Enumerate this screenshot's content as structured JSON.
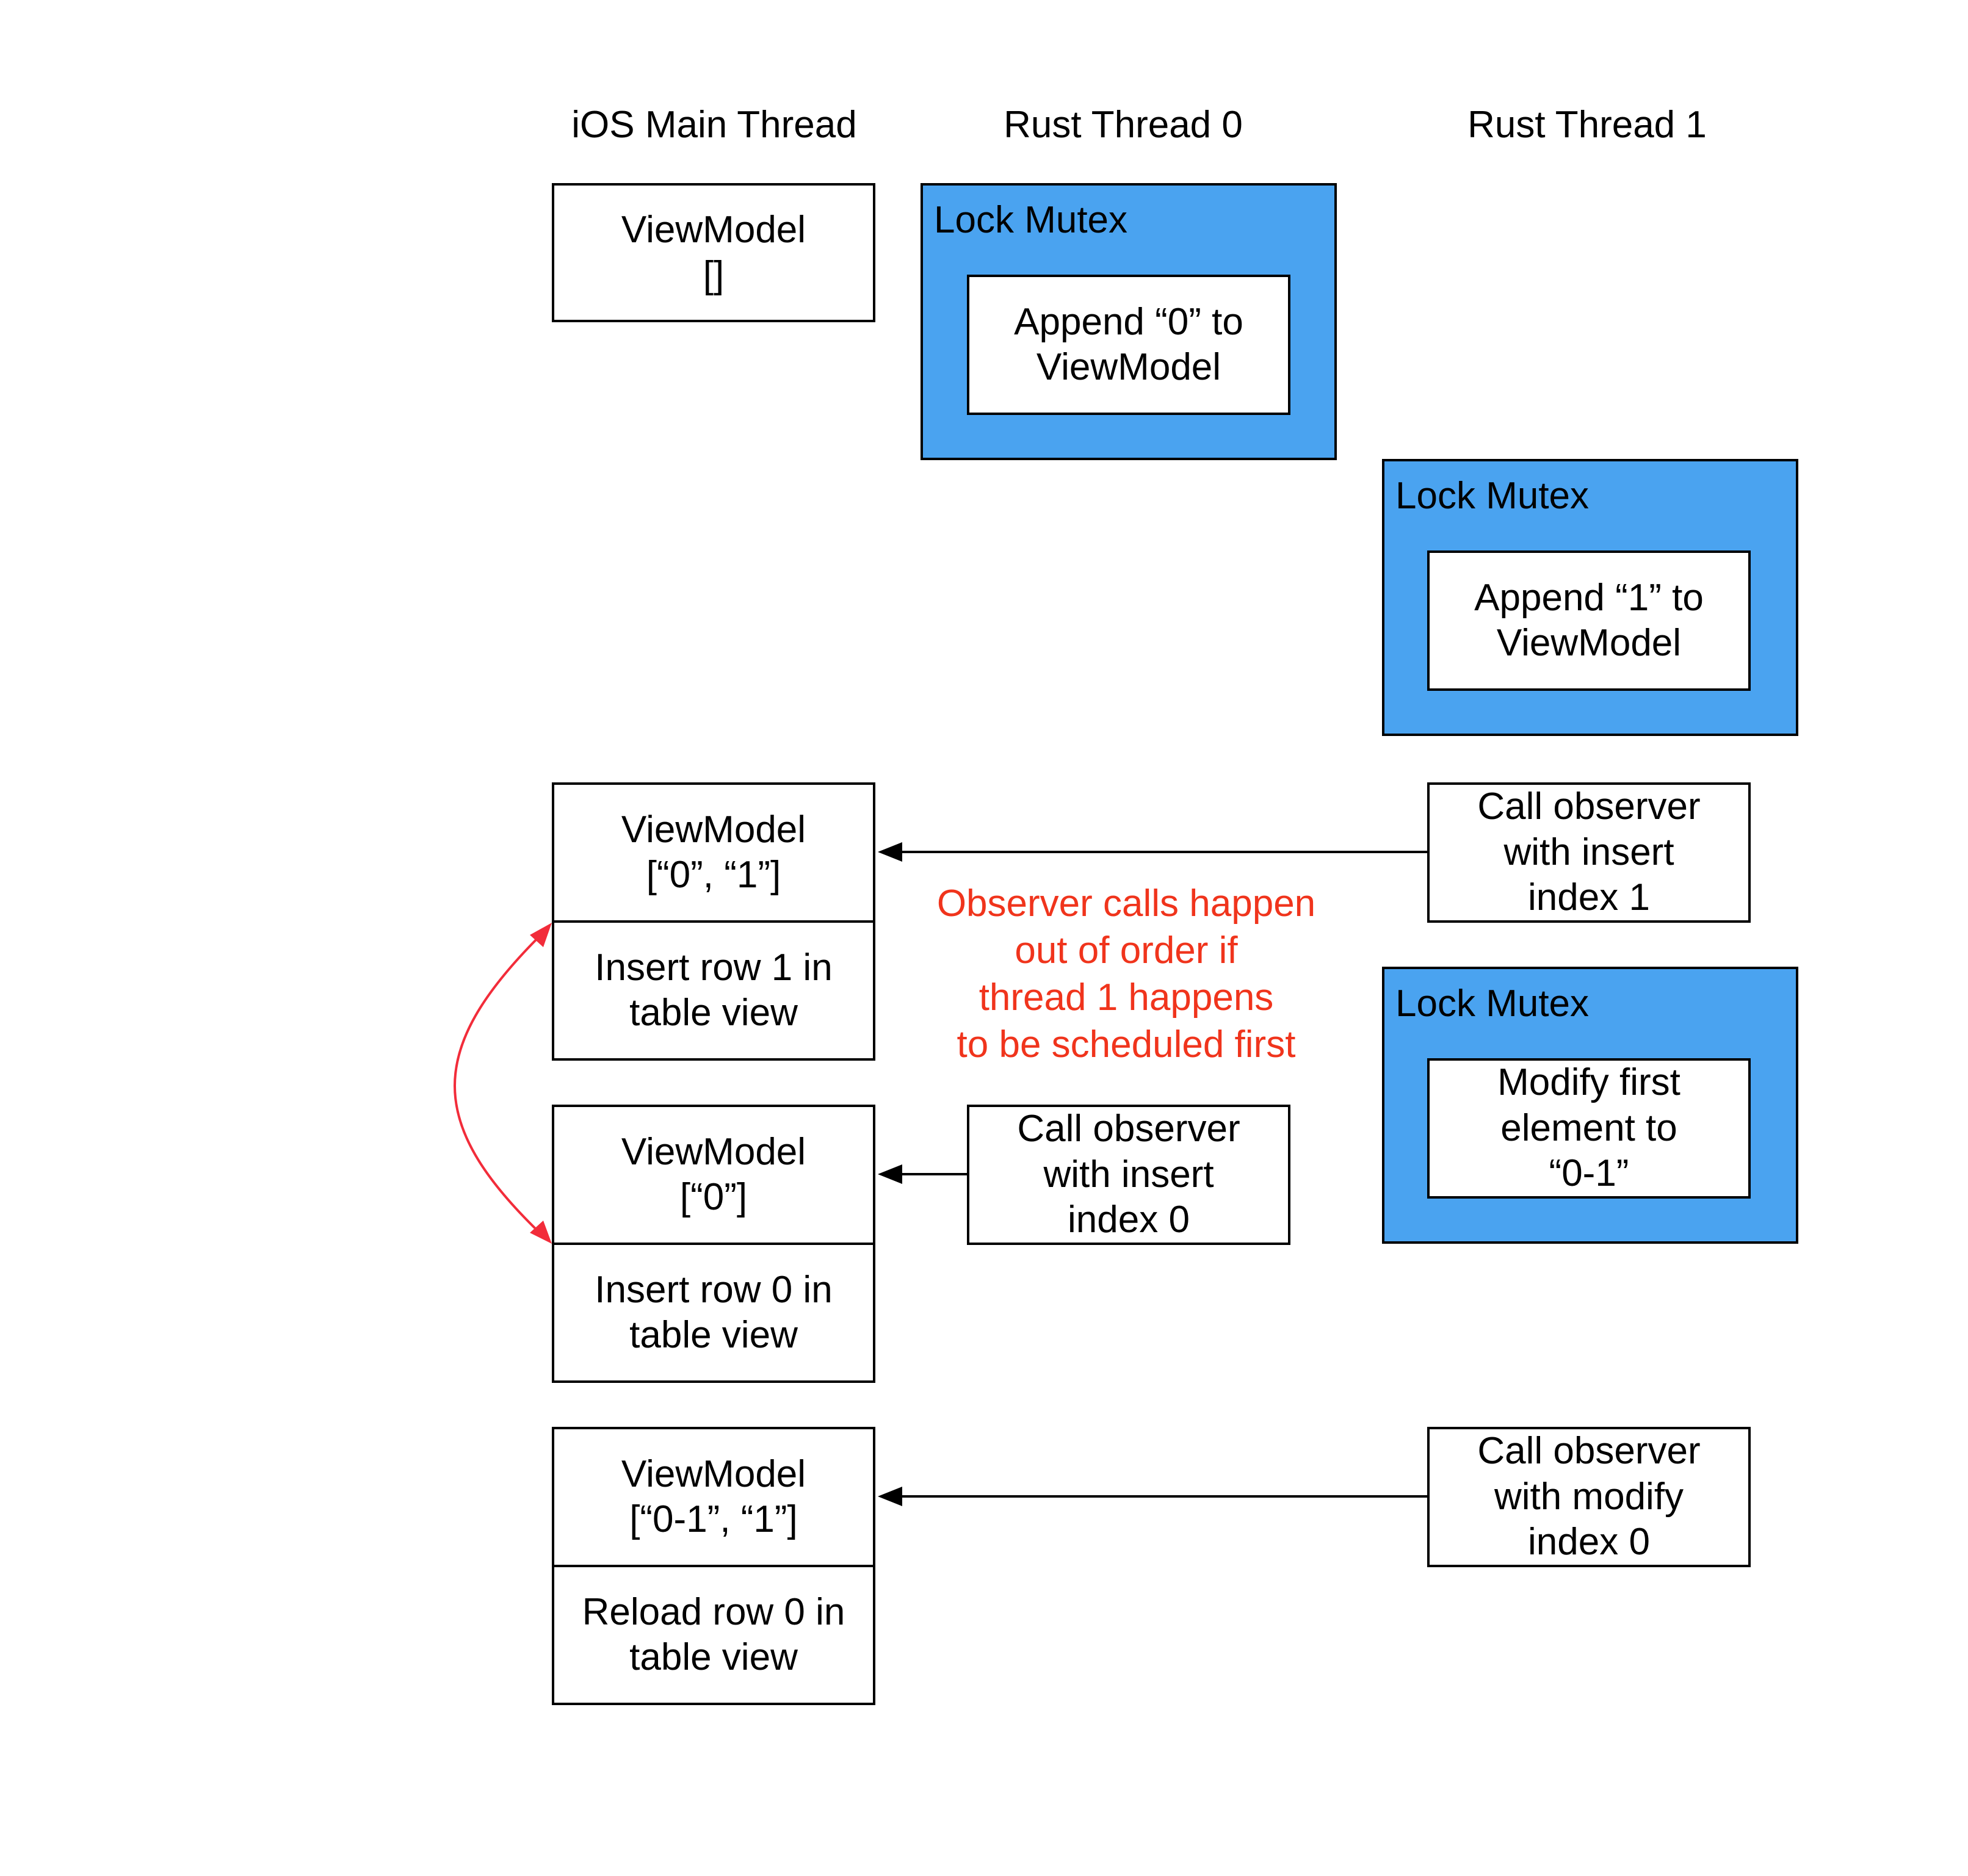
{
  "headers": {
    "ios": "iOS Main Thread",
    "rust0": "Rust Thread 0",
    "rust1": "Rust Thread 1"
  },
  "ios_thread": {
    "vm_initial": "ViewModel\n[]",
    "vm_two": "ViewModel\n[“0”, “1”]",
    "insert_row_1": "Insert row 1 in\ntable view",
    "vm_one": "ViewModel\n[“0”]",
    "insert_row_0": "Insert row 0 in\ntable view",
    "vm_modified": "ViewModel\n[“0-1”, “1”]",
    "reload_row_0": "Reload row 0 in\ntable view"
  },
  "rust_thread_0": {
    "mutex_label": "Lock Mutex",
    "append": "Append “0” to\nViewModel",
    "call_observer": "Call observer\nwith insert\nindex 0"
  },
  "rust_thread_1": {
    "mutex1_label": "Lock Mutex",
    "append": "Append “1” to\nViewModel",
    "call_observer_insert": "Call observer\nwith insert\nindex 1",
    "mutex2_label": "Lock Mutex",
    "modify": "Modify first\nelement to\n“0-1”",
    "call_observer_modify": "Call observer\nwith modify\nindex 0"
  },
  "note": "Observer calls happen\nout of order if\nthread 1 happens\nto be scheduled first",
  "colors": {
    "mutex_fill": "#4aa3f0",
    "note_text": "#f0341c",
    "swap_arrow": "#f22c3a",
    "line": "#000000"
  }
}
